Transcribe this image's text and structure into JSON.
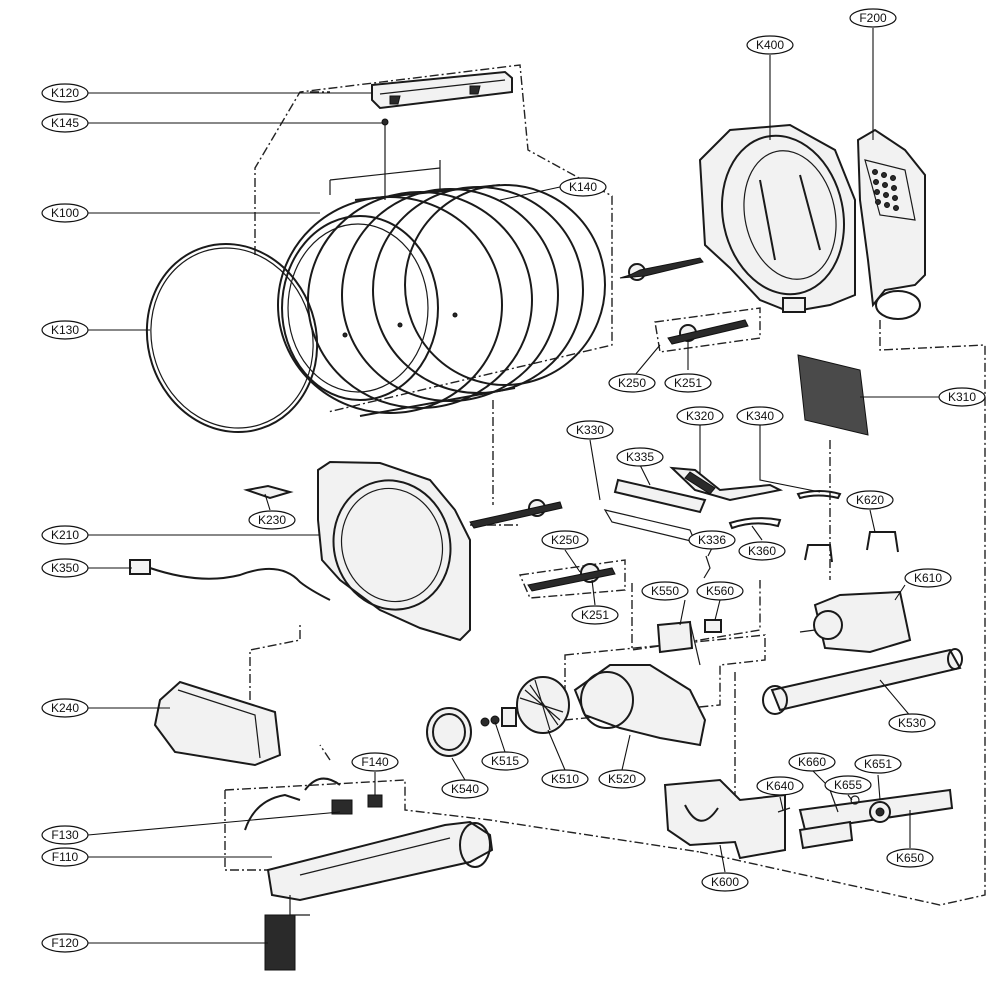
{
  "labels": {
    "K120": "K120",
    "K145": "K145",
    "K100": "K100",
    "K130": "K130",
    "K140": "K140",
    "K400": "K400",
    "F200": "F200",
    "K250a": "K250",
    "K251a": "K251",
    "K310": "K310",
    "K330": "K330",
    "K335": "K335",
    "K320": "K320",
    "K340": "K340",
    "K230": "K230",
    "K210": "K210",
    "K336": "K336",
    "K360": "K360",
    "K620": "K620",
    "K350": "K350",
    "K250b": "K250",
    "K251b": "K251",
    "K550": "K550",
    "K560": "K560",
    "K610": "K610",
    "K240": "K240",
    "K530": "K530",
    "K515": "K515",
    "K510": "K510",
    "K520": "K520",
    "K540": "K540",
    "F140": "F140",
    "K660": "K660",
    "K640": "K640",
    "K655": "K655",
    "K651": "K651",
    "F130": "F130",
    "F110": "F110",
    "K650": "K650",
    "K600": "K600",
    "F120": "F120"
  }
}
